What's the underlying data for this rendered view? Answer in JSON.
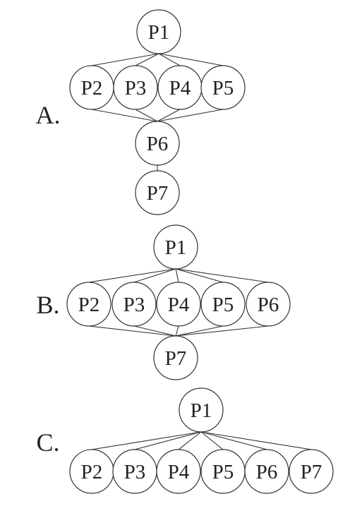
{
  "diagrams": [
    {
      "option_label": "A.",
      "nodes": [
        "P1",
        "P2",
        "P3",
        "P4",
        "P5",
        "P6",
        "P7"
      ],
      "edges": [
        [
          "P1",
          "P2"
        ],
        [
          "P1",
          "P3"
        ],
        [
          "P1",
          "P4"
        ],
        [
          "P1",
          "P5"
        ],
        [
          "P2",
          "P6"
        ],
        [
          "P3",
          "P6"
        ],
        [
          "P4",
          "P6"
        ],
        [
          "P5",
          "P6"
        ],
        [
          "P6",
          "P7"
        ]
      ]
    },
    {
      "option_label": "B.",
      "nodes": [
        "P1",
        "P2",
        "P3",
        "P4",
        "P5",
        "P6",
        "P7"
      ],
      "edges": [
        [
          "P1",
          "P2"
        ],
        [
          "P1",
          "P3"
        ],
        [
          "P1",
          "P4"
        ],
        [
          "P1",
          "P5"
        ],
        [
          "P1",
          "P6"
        ],
        [
          "P2",
          "P7"
        ],
        [
          "P3",
          "P7"
        ],
        [
          "P4",
          "P7"
        ],
        [
          "P5",
          "P7"
        ],
        [
          "P6",
          "P7"
        ]
      ]
    },
    {
      "option_label": "C.",
      "nodes": [
        "P1",
        "P2",
        "P3",
        "P4",
        "P5",
        "P6",
        "P7"
      ],
      "edges": [
        [
          "P1",
          "P2"
        ],
        [
          "P1",
          "P3"
        ],
        [
          "P1",
          "P4"
        ],
        [
          "P1",
          "P5"
        ],
        [
          "P1",
          "P6"
        ],
        [
          "P1",
          "P7"
        ]
      ]
    }
  ]
}
